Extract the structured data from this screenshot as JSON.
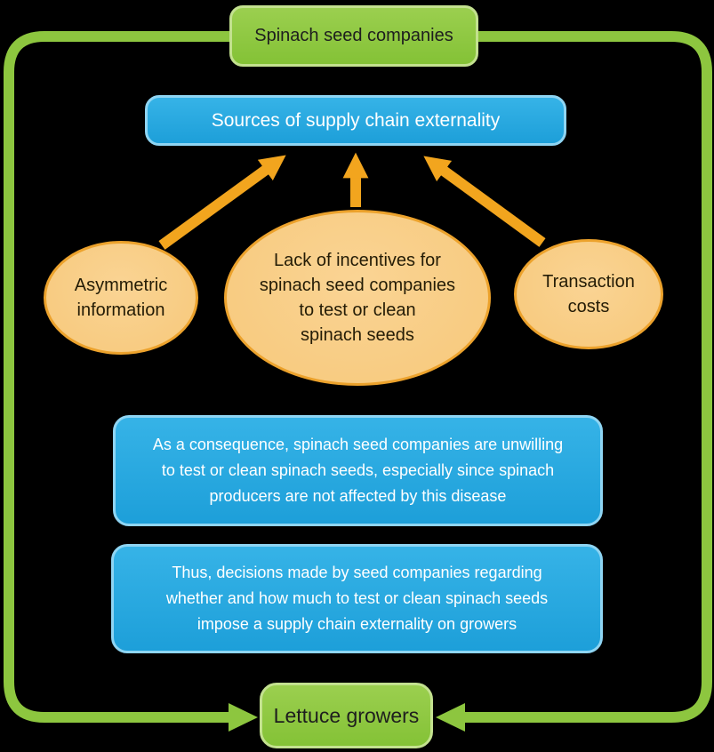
{
  "nodes": {
    "spinach_companies": {
      "label": "Spinach seed companies"
    },
    "sources": {
      "label": "Sources of supply chain externality"
    },
    "asymmetric": {
      "lines": [
        "Asymmetric",
        "information"
      ]
    },
    "incentives": {
      "lines": [
        "Lack of incentives for",
        "spinach seed companies",
        "to test or clean",
        "spinach seeds"
      ]
    },
    "transaction": {
      "lines": [
        "Transaction",
        "costs"
      ]
    },
    "consequence": {
      "lines": [
        "As a consequence, spinach seed companies are unwilling",
        "to test or clean spinach seeds, especially since spinach",
        "producers are not affected by this disease"
      ]
    },
    "decisions": {
      "lines": [
        "Thus, decisions made by seed companies regarding",
        "whether and how much to test or clean spinach seeds",
        "impose a supply chain externality on growers"
      ]
    },
    "lettuce_growers": {
      "label": "Lettuce growers"
    }
  },
  "colors": {
    "background": "#000000",
    "green": "#8dc63f",
    "green_light": "#c3e18f",
    "green_text": "#1e1e1e",
    "blue": "#29a9e0",
    "blue_light": "#8fd5f3",
    "orange_fill": "#f8cb82",
    "orange_border": "#eca22c",
    "arrow_orange": "#f2a51e"
  }
}
